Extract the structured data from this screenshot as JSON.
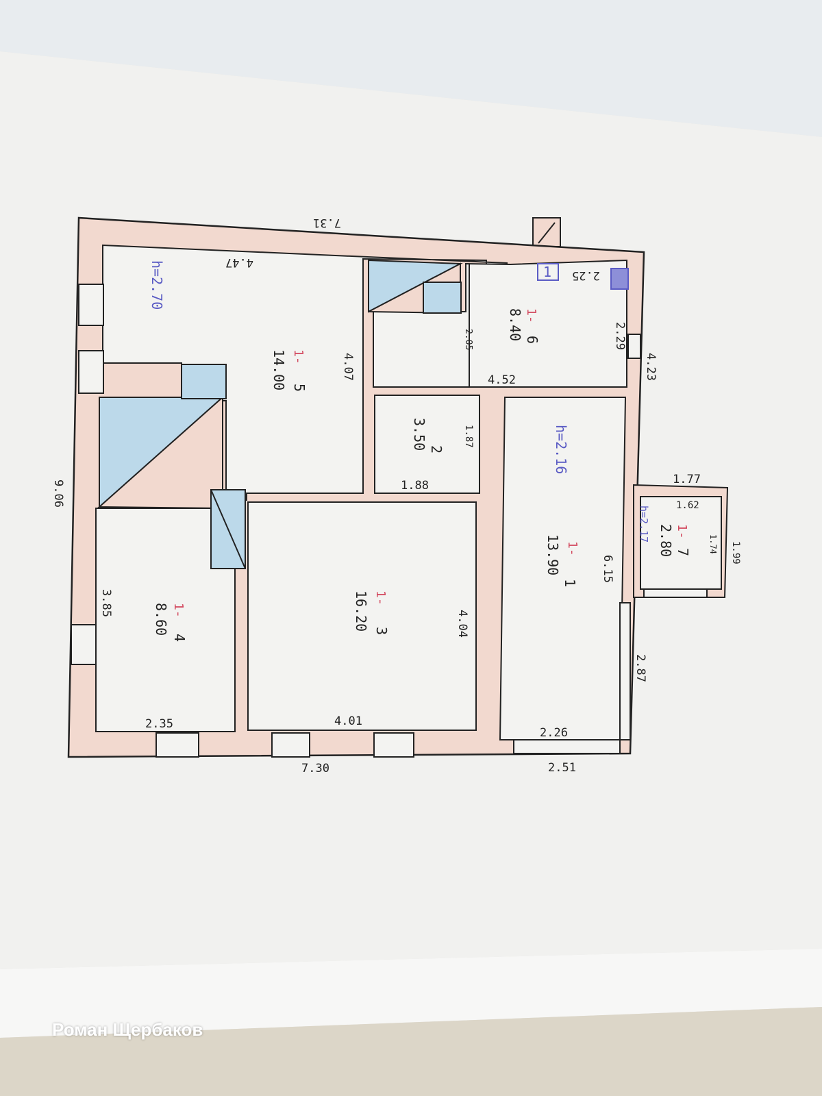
{
  "colors": {
    "wall": "#f2d9cf",
    "stair": "#bcd9ea",
    "paper": "#f1f1ef",
    "ink": "#222222",
    "accent_red": "#d2475d",
    "accent_blue": "#5a5bc4"
  },
  "outer_dims": {
    "top": "7.31",
    "bottom": "7.30",
    "left": "9.06",
    "right": "4.23"
  },
  "rooms": [
    {
      "number": "1",
      "prefix": "1-",
      "area": "13.90",
      "height": "h=2.16"
    },
    {
      "number": "2",
      "area": "3.50"
    },
    {
      "number": "3",
      "prefix": "1-",
      "area": "16.20"
    },
    {
      "number": "4",
      "prefix": "1-",
      "area": "8.60"
    },
    {
      "number": "5",
      "prefix": "1-",
      "area": "14.00",
      "height": "h=2.70"
    },
    {
      "number": "6",
      "prefix": "1-",
      "area": "8.40"
    },
    {
      "number": "7",
      "prefix": "1-",
      "area": "2.80",
      "height": "h=2.17"
    }
  ],
  "inner_dims": [
    "4.47",
    "4.07",
    "2.05",
    "2.25",
    "2.29",
    "4.52",
    "1.87",
    "1.88",
    "4.04",
    "3.85",
    "2.35",
    "4.01",
    "2.26",
    "2.51",
    "2.87",
    "6.15",
    "1.77",
    "1.62",
    "1.74",
    "1.99"
  ],
  "symbols": {
    "sink_mark": "1"
  },
  "watermark": "Роман Щербаков"
}
